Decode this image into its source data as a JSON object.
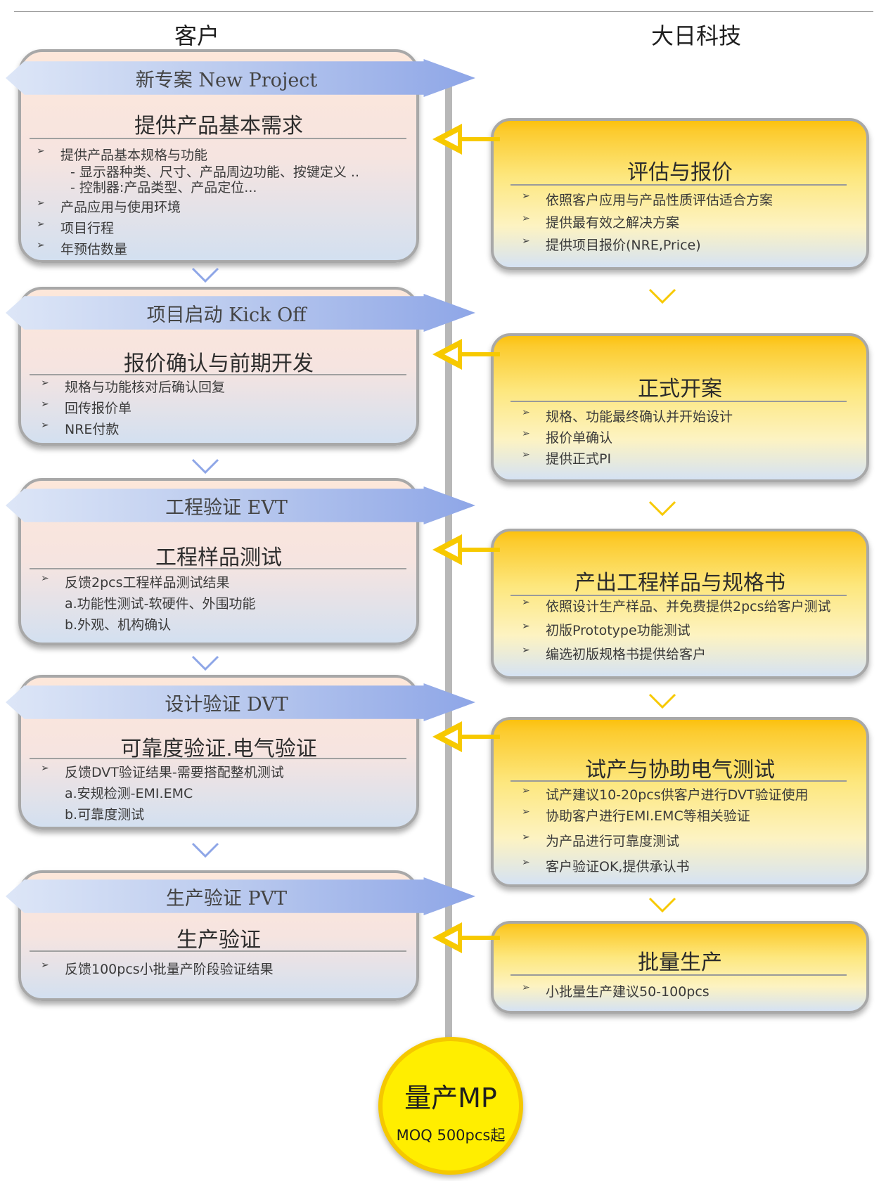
{
  "columns": {
    "left": "客户",
    "right": "大日科技"
  },
  "client_boxes": [
    {
      "banner": "新专案 New Project",
      "title": "提供产品基本需求",
      "items": [
        "提供产品基本规格与功能",
        "产品应用与使用环境",
        "项目行程",
        "年预估数量"
      ],
      "sub_items": [
        "- 显示器种类、尺寸、产品周边功能、按键定义 ..",
        "- 控制器:产品类型、产品定位..."
      ]
    },
    {
      "banner": "项目启动 Kick Off",
      "title": "报价确认与前期开发",
      "items": [
        "规格与功能核对后确认回复",
        "回传报价单",
        "NRE付款"
      ]
    },
    {
      "banner": "工程验证 EVT",
      "title": "工程样品测试",
      "items": [
        "反馈2pcs工程样品测试结果"
      ],
      "sub_items": [
        "a.功能性测试-软硬件、外围功能",
        "b.外观、机构确认"
      ]
    },
    {
      "banner": "设计验证 DVT",
      "title": "可靠度验证.电气验证",
      "items": [
        "反馈DVT验证结果-需要搭配整机测试"
      ],
      "sub_items": [
        "a.安规检测-EMI.EMC",
        "b.可靠度测试"
      ]
    },
    {
      "banner": "生产验证 PVT",
      "title": "生产验证",
      "items": [
        "反馈100pcs小批量产阶段验证结果"
      ]
    }
  ],
  "vendor_boxes": [
    {
      "title": "评估与报价",
      "items": [
        "依照客户应用与产品性质评估适合方案",
        "提供最有效之解决方案",
        "提供项目报价(NRE,Price)"
      ]
    },
    {
      "title": "正式开案",
      "items": [
        "规格、功能最终确认并开始设计",
        "报价单确认",
        "提供正式PI"
      ]
    },
    {
      "title": "产出工程样品与规格书",
      "items": [
        "依照设计生产样品、并免费提供2pcs给客户测试",
        "初版Prototype功能测试",
        "编选初版规格书提供给客户"
      ]
    },
    {
      "title": "试产与协助电气测试",
      "items": [
        "试产建议10-20pcs供客户进行DVT验证使用",
        "协助客户进行EMI.EMC等相关验证",
        "为产品进行可靠度测试",
        "客户验证OK,提供承认书"
      ]
    },
    {
      "title": "批量生产",
      "items": [
        "小批量生产建议50-100pcs"
      ]
    }
  ],
  "final": {
    "title": "量产MP",
    "subtitle": "MOQ 500pcs起"
  },
  "colors": {
    "banner": "#8ea6e7",
    "vendor_yellow": "#fcc10e",
    "arrow_yellow": "#f7c900",
    "mp_yellow": "#ffee00"
  }
}
